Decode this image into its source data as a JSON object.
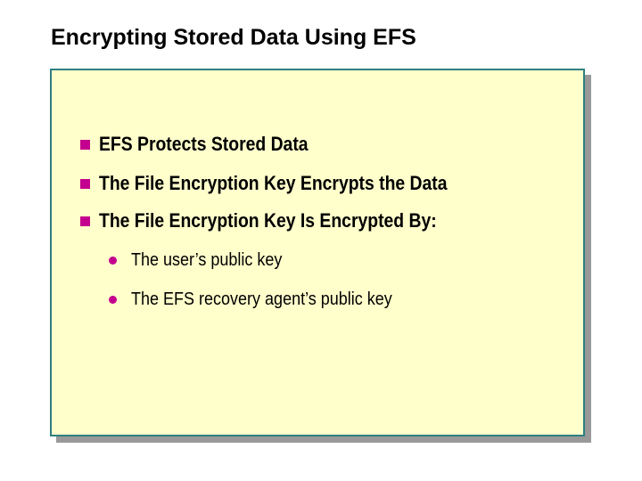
{
  "slide": {
    "title": "Encrypting Stored Data Using EFS",
    "bullets": [
      {
        "level": 1,
        "text": "EFS Protects Stored Data"
      },
      {
        "level": 1,
        "text": "The File Encryption Key Encrypts the Data"
      },
      {
        "level": 1,
        "text": "The File Encryption Key Is Encrypted By:"
      },
      {
        "level": 2,
        "text": "The user’s public key"
      },
      {
        "level": 2,
        "text": "The EFS recovery agent’s public key"
      }
    ],
    "colors": {
      "background": "#FFFFFF",
      "panel_fill": "#FFFFCC",
      "panel_border": "#2E8080",
      "panel_shadow": "#999999",
      "bullet": "#C4008F",
      "text": "#000000"
    }
  }
}
